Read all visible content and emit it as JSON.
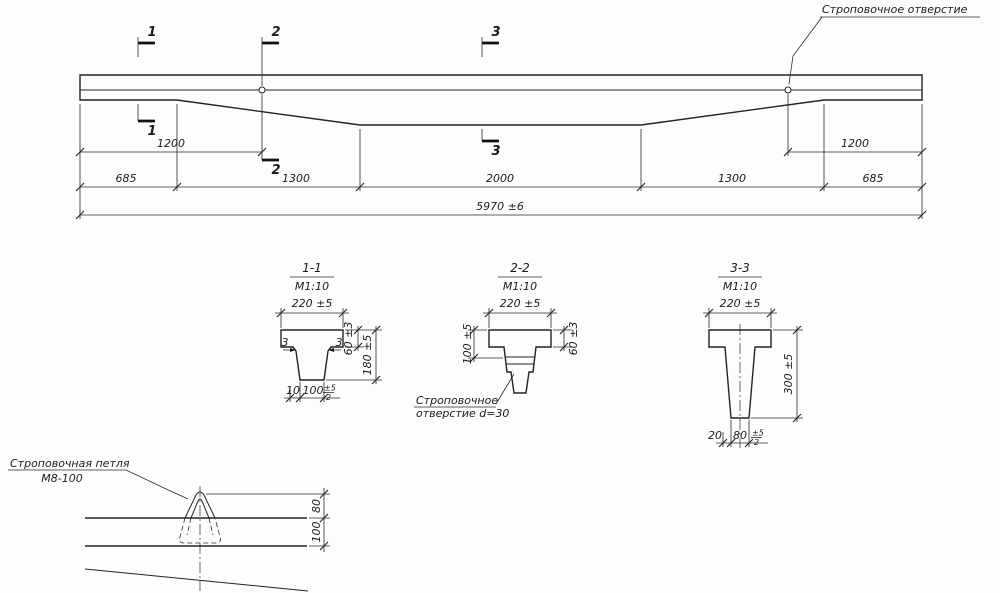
{
  "drawing": {
    "callout_lifting_hole": "Строповочное отверстие",
    "elevation": {
      "marker1": "1",
      "marker2": "2",
      "marker3": "3",
      "dim_1200_left": "1200",
      "dim_1200_right": "1200",
      "dim_685_left": "685",
      "dim_1300_left": "1300",
      "dim_2000": "2000",
      "dim_1300_right": "1300",
      "dim_685_right": "685",
      "dim_overall": "5970 ±6"
    },
    "section1": {
      "title": "1-1",
      "scale": "М1:10",
      "dim_width": "220 ±5",
      "dim_flange": "60 ±3",
      "dim_height": "180 ±5",
      "dim_chamfer_left": "3",
      "dim_chamfer_right": "3",
      "dim_taper": "10",
      "dim_bottom": "100",
      "dim_bottom_tol_num": "±5",
      "dim_bottom_tol_den": "2"
    },
    "section2": {
      "title": "2-2",
      "scale": "М1:10",
      "dim_width": "220 ±5",
      "dim_flange": "60 ±3",
      "dim_hole": "100 ±5",
      "callout_line1": "Строповочное",
      "callout_line2": "отверстие d=30"
    },
    "section3": {
      "title": "3-3",
      "scale": "М1:10",
      "dim_width": "220 ±5",
      "dim_height": "300 ±5",
      "dim_taper": "20",
      "dim_bottom": "80",
      "dim_bottom_tol_num": "±5",
      "dim_bottom_tol_den": "2"
    },
    "loop_detail": {
      "label_line1": "Строповочная петля",
      "label_line2": "М8-100",
      "dim_loop_height": "80",
      "dim_flange_depth": "100"
    }
  }
}
